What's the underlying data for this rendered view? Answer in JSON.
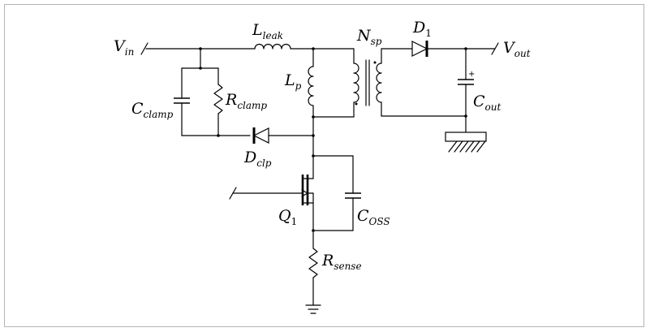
{
  "labels": {
    "vin": {
      "main": "V",
      "sub": "in"
    },
    "lleak": {
      "main": "L",
      "sub": "leak"
    },
    "nsp": {
      "main": "N",
      "sub": "sp"
    },
    "d1": {
      "main": "D",
      "sub": "1"
    },
    "vout": {
      "main": "V",
      "sub": "out"
    },
    "lp": {
      "main": "L",
      "sub": "p"
    },
    "cclamp": {
      "main": "C",
      "sub": "clamp"
    },
    "rclamp": {
      "main": "R",
      "sub": "clamp"
    },
    "cout": {
      "main": "C",
      "sub": "out"
    },
    "dclp": {
      "main": "D",
      "sub": "clp"
    },
    "q1": {
      "main": "Q",
      "sub": "1"
    },
    "coss": {
      "main": "C",
      "sub": "OSS"
    },
    "rsense": {
      "main": "R",
      "sub": "sense"
    },
    "polarity": "+"
  }
}
